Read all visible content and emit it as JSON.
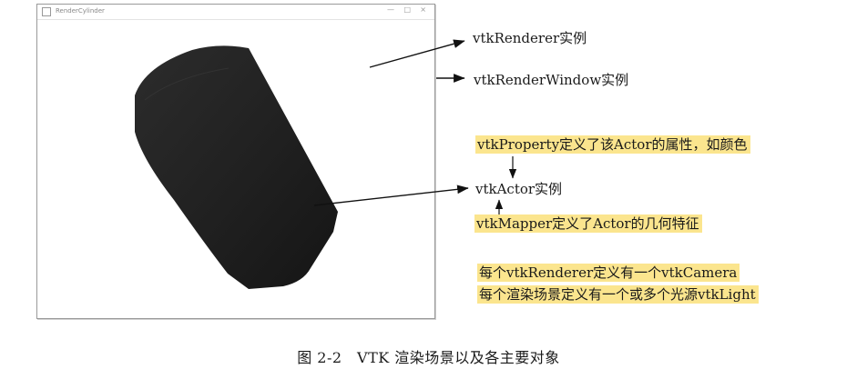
{
  "window": {
    "title": "RenderCylinder",
    "buttons": [
      "—",
      "□",
      "×"
    ]
  },
  "labels": {
    "renderer": "vtkRenderer实例",
    "render_window": "vtkRenderWindow实例",
    "property": "vtkProperty定义了该Actor的属性，如颜色",
    "actor": "vtkActor实例",
    "mapper": "vtkMapper定义了Actor的几何特征",
    "camera_note": "每个vtkRenderer定义有一个vtkCamera",
    "light_note": "每个渲染场景定义有一个或多个光源vtkLight"
  },
  "caption": "图 2-2　VTK 渲染场景以及各主要对象",
  "colors": {
    "highlight": "#fbe58e",
    "cylinder": "#232323"
  }
}
